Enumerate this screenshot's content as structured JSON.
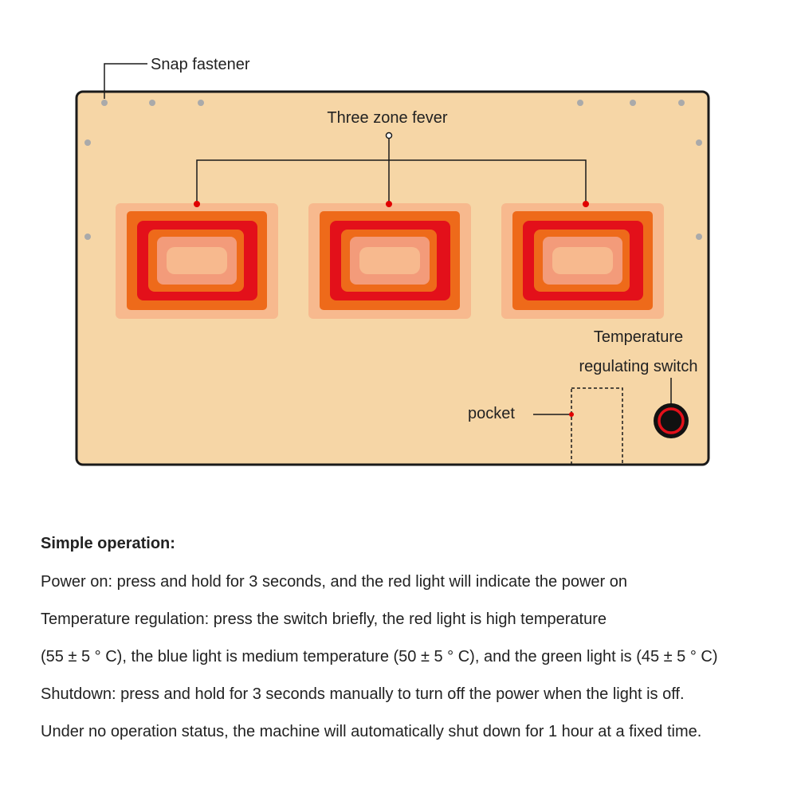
{
  "diagram": {
    "labels": {
      "snap_fastener": "Snap fastener",
      "three_zone": "Three zone fever",
      "temperature_line1": "Temperature",
      "temperature_line2": "regulating switch",
      "pocket": "pocket"
    },
    "colors": {
      "pad": "#f6d6a6",
      "outline": "#1a1a1a",
      "heat_outer": "#f7b98e",
      "heat_orange": "#ee6a1a",
      "heat_red": "#e3101a",
      "heat_inner_orange": "#ee6a1a",
      "heat_salmon": "#f39b7a",
      "heat_center": "#f7b98e",
      "snap": "#aaaaaa",
      "marker": "#e00000"
    },
    "zone_count": 3
  },
  "instructions": {
    "heading": "Simple operation:",
    "lines": [
      "Power on: press and hold for 3 seconds, and the red light will indicate the power on",
      "Temperature regulation: press the switch briefly, the red light is high temperature",
      "(55 ± 5 ° C), the blue light is medium temperature (50 ± 5 ° C), and the green light is (45 ± 5 ° C)",
      "Shutdown: press and hold for 3 seconds manually to turn off the power when the light is off.",
      "Under no operation status, the machine will automatically shut down for 1 hour at a fixed time."
    ]
  }
}
